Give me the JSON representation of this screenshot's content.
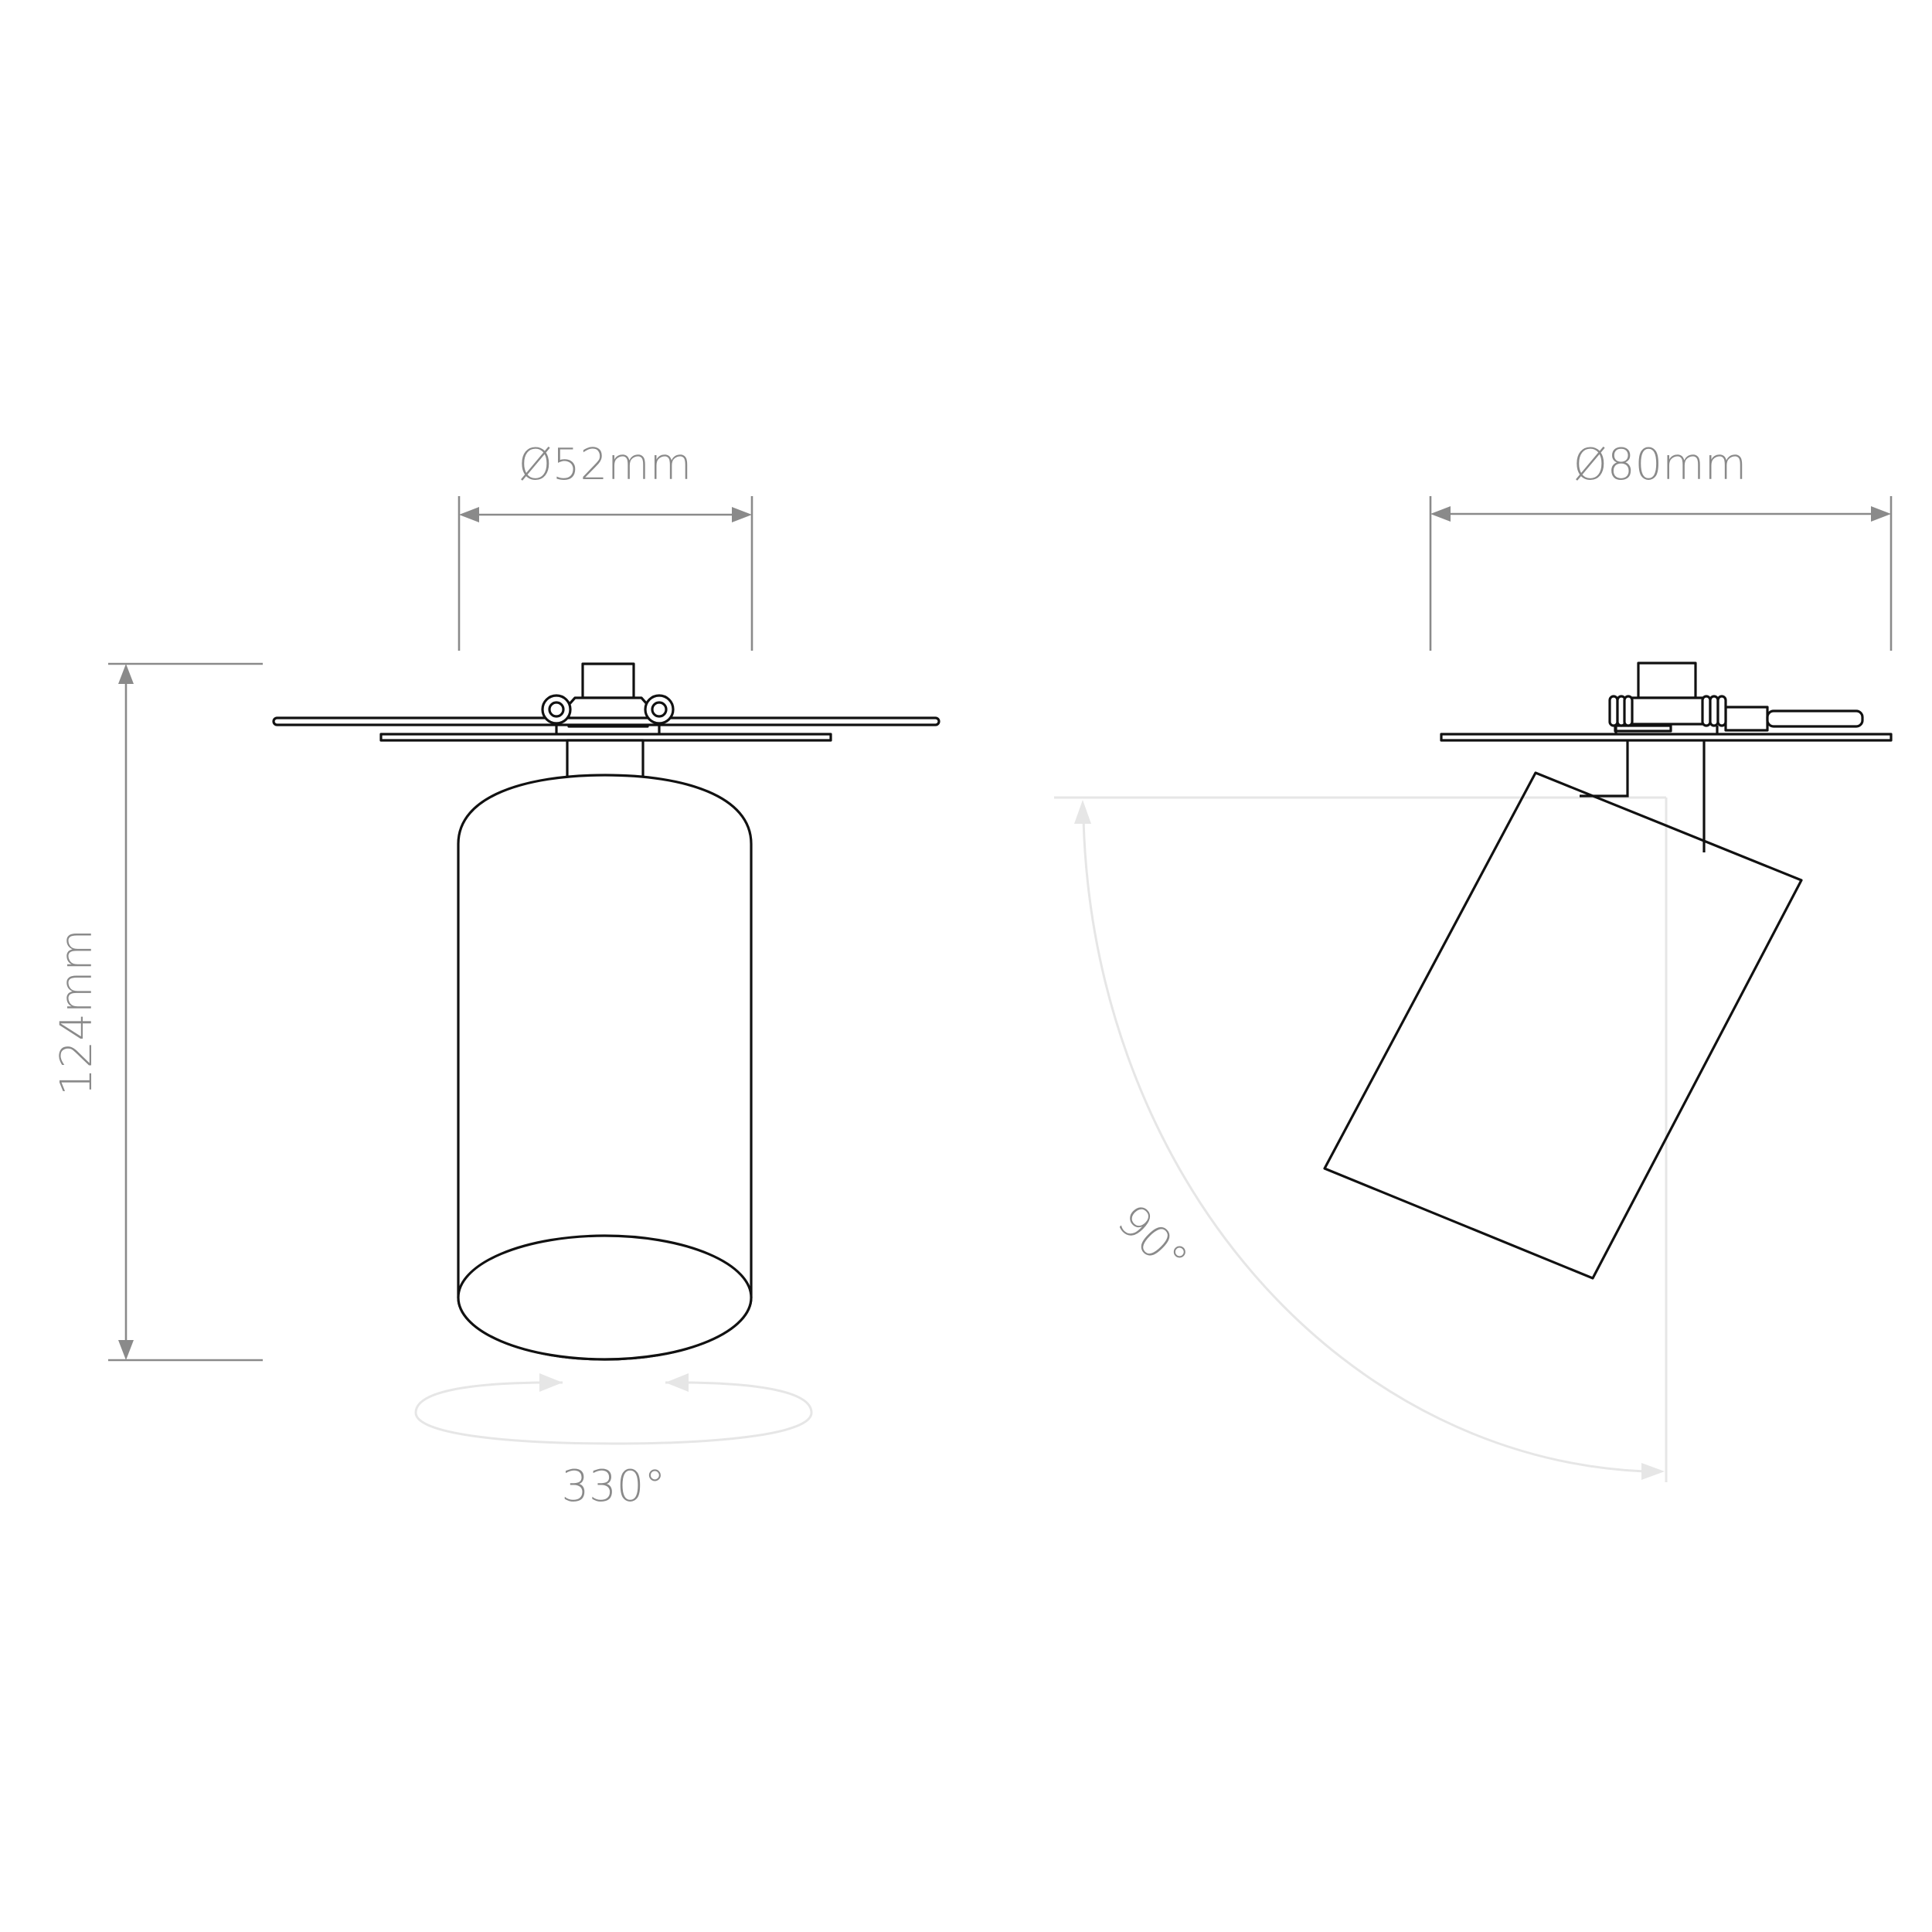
{
  "figure": {
    "front_view": {
      "diameter_label": "Ø52mm",
      "height_label": "124mm",
      "rotation_label": "330°"
    },
    "side_view": {
      "diameter_label": "Ø80mm",
      "tilt_label": "90°"
    }
  },
  "colors": {
    "outline": "#111111",
    "dimension": "#8a8a8a",
    "guide": "#e6e6e6",
    "background": "#ffffff"
  }
}
